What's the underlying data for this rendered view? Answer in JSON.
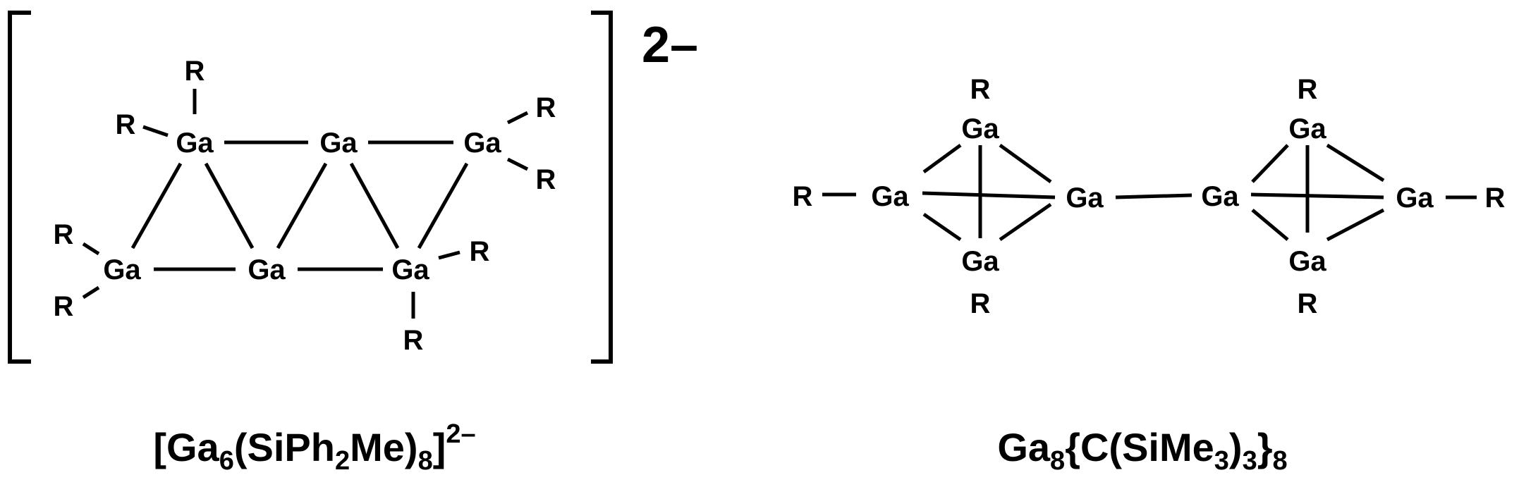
{
  "left_structure": {
    "charge": "2–",
    "ga_label": "Ga",
    "r_label": "R",
    "formula": {
      "p1": "[Ga",
      "s1": "6",
      "p2": "(SiPh",
      "s2": "2",
      "p3": "Me)",
      "s3": "8",
      "p4": "]",
      "sup": "2–"
    }
  },
  "right_structure": {
    "ga_label": "Ga",
    "r_label": "R",
    "formula": {
      "p1": "Ga",
      "s1": "8",
      "p2": "{C(SiMe",
      "s2": "3",
      "p3": ")",
      "s3": "3",
      "p4": "}",
      "s4": "8"
    }
  }
}
